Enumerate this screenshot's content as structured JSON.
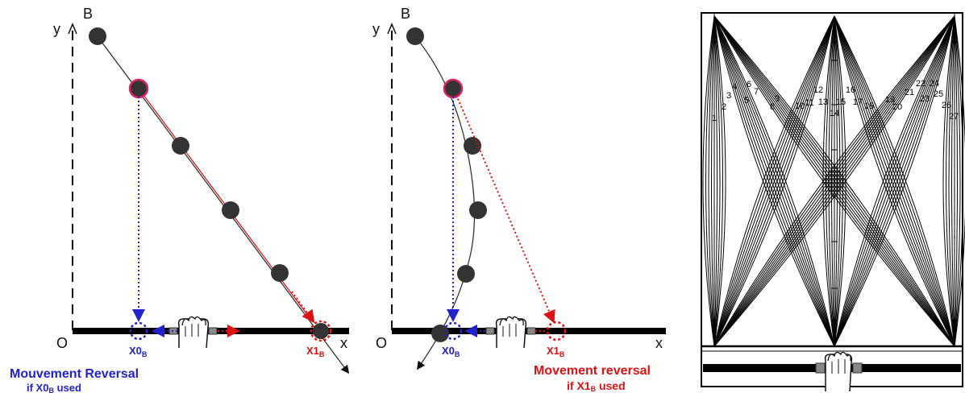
{
  "panel_left": {
    "origin": "O",
    "x_axis": "x",
    "y_axis": "y",
    "point": "B",
    "marker_blue": {
      "base": "X0",
      "sub": "B"
    },
    "marker_red": {
      "base": "X1",
      "sub": "B"
    },
    "caption_line1": "Mouvement Reversal",
    "caption_line2_pre": "if X0",
    "caption_line2_sub": "B",
    "caption_line2_post": " used"
  },
  "panel_middle": {
    "origin": "O",
    "x_axis": "x",
    "y_axis": "y",
    "point": "B",
    "marker_blue": {
      "base": "X0",
      "sub": "B"
    },
    "marker_red": {
      "base": "X1",
      "sub": "B"
    },
    "caption_line1": "Movement reversal",
    "caption_line2_pre": "if X1",
    "caption_line2_sub": "B",
    "caption_line2_post": " used"
  },
  "panel_right": {
    "line_numbers": [
      "1",
      "2",
      "3",
      "4",
      "5",
      "6",
      "7",
      "8",
      "9",
      "10",
      "11",
      "12",
      "13",
      "14",
      "15",
      "16",
      "17",
      "18",
      "19",
      "20",
      "21",
      "22",
      "23",
      "24",
      "25",
      "26",
      "27"
    ]
  },
  "colors": {
    "blue": "#2222cc",
    "red": "#dd1111",
    "dot": "#333333",
    "rod": "#000000",
    "handle": "#888888"
  }
}
